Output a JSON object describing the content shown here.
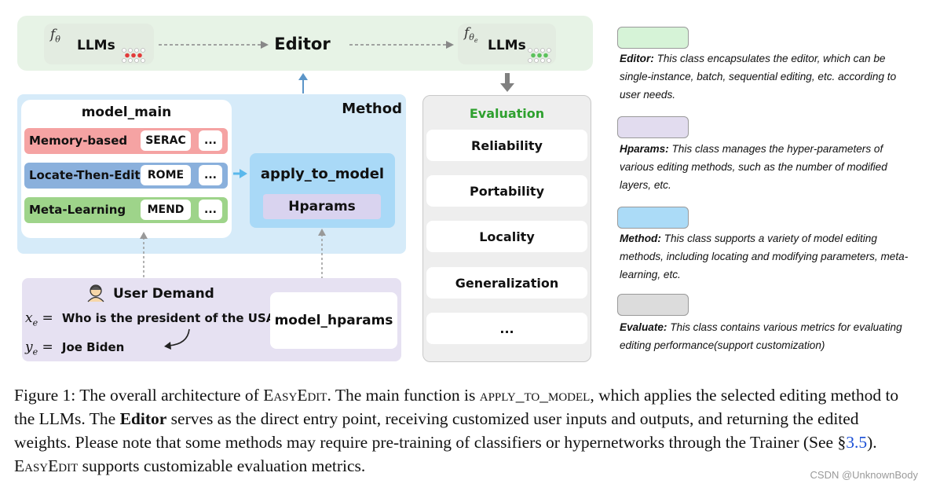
{
  "editor": {
    "left_symbol": "fθ",
    "left_label": "LLMs",
    "title": "Editor",
    "right_symbol": "fθe",
    "right_label": "LLMs"
  },
  "method": {
    "title": "Method",
    "model_main": {
      "title": "model_main",
      "rows": [
        {
          "label": "Memory-based",
          "example": "SERAC",
          "more": "...",
          "color": "#f5a3a3"
        },
        {
          "label": "Locate-Then-Edit",
          "example": "ROME",
          "more": "...",
          "color": "#8ab0dc"
        },
        {
          "label": "Meta-Learning",
          "example": "MEND",
          "more": "...",
          "color": "#9ed48a"
        }
      ]
    },
    "apply_to_model": "apply_to_model",
    "hparams": "Hparams"
  },
  "user_demand": {
    "title": "User Demand",
    "x_symbol": "xe =",
    "question": "Who is the president of the USA?",
    "y_symbol": "ye =",
    "answer": "Joe Biden",
    "model_hparams": "model_hparams"
  },
  "evaluation": {
    "title": "Evaluation",
    "items": [
      "Reliability",
      "Portability",
      "Locality",
      "Generalization",
      "..."
    ]
  },
  "legend": [
    {
      "color": "#d6f3d7",
      "term": "Editor:",
      "text": " This class encapsulates the editor, which can be single-instance, batch, sequential editing, etc. according to user needs."
    },
    {
      "color": "#e2dcef",
      "term": "Hparams:",
      "text": " This class manages the hyper-parameters of various editing methods, such as the number of modified layers, etc."
    },
    {
      "color": "#abdbf7",
      "term": "Method:",
      "text": " This class supports a variety of model editing methods, including locating and modifying parameters, meta-learning, etc."
    },
    {
      "color": "#dcdcdc",
      "term": "Evaluate:",
      "text": " This class contains various metrics for evaluating editing performance(support customization)"
    }
  ],
  "caption": {
    "p1": "Figure 1: The overall architecture of ",
    "name1": "EasyEdit",
    "p2": ". The main function is ",
    "func": "apply_to_model",
    "p3": ", which applies the selected editing method to the LLMs. The ",
    "editor_word": "Editor",
    "p4": " serves as the direct entry point, receiving customized user inputs and outputs, and returning the edited weights. Please note that some methods may require pre-training of classifiers or hypernetworks through the Trainer (See §",
    "ref": "3.5",
    "p5": "). ",
    "name2": "EasyEdit",
    "p6": " supports customizable evaluation metrics."
  },
  "watermark": "CSDN @UnknownBody"
}
